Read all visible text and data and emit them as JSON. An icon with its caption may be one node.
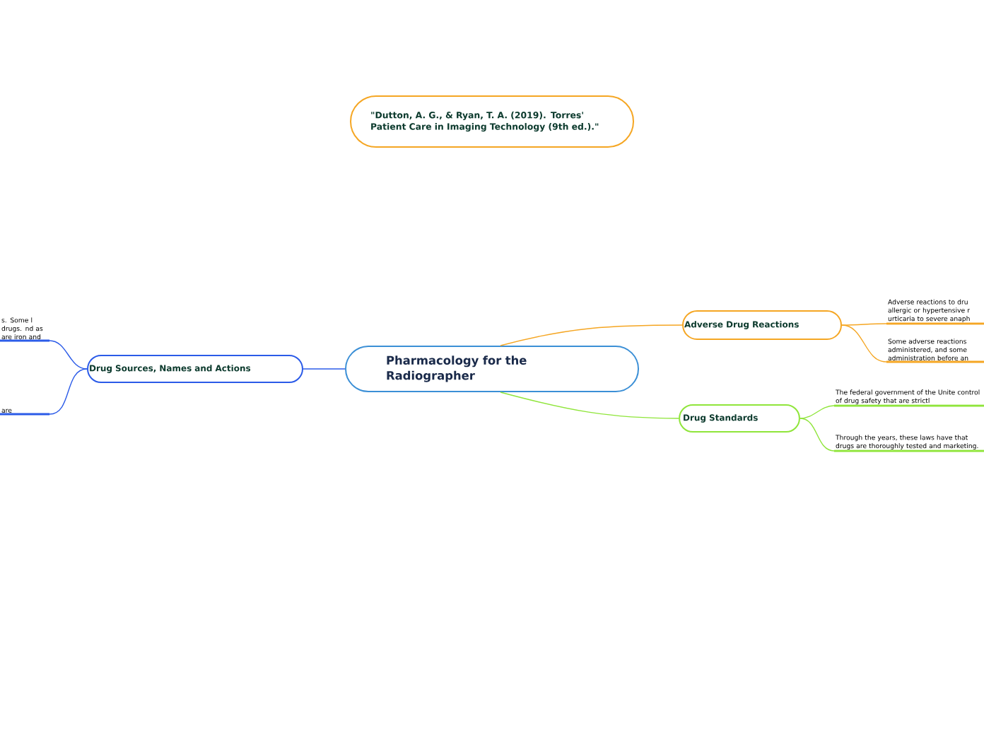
{
  "diagram": {
    "nodes": [
      {
        "text": [
          "\"Dutton, A. G., & Ryan, T. A. (2019). Torres' Patient Care in Imaging Technology (9th ed.).\""
        ]
      },
      {
        "text": [
          "Pharmacology for the Radiographer"
        ]
      },
      {
        "text": [
          "Adverse Drug Reactions"
        ]
      },
      {
        "text": [
          "Adverse reactions to dru allergic or hypertensive r urticaria to severe anaph"
        ]
      },
      {
        "text": [
          "Some adverse reactions administered, and some administration before an"
        ]
      },
      {
        "text": [
          "Drug Standards"
        ]
      },
      {
        "text": [
          "The federal government of the Unite control of drug safety that are strictl"
        ]
      },
      {
        "text": [
          "Through the years, these laws have that drugs are thoroughly tested and marketing."
        ]
      },
      {
        "text": [
          "Drug Sources, Names and Actions"
        ]
      },
      {
        "text": [
          "s. Some l drugs. nd as are iron and"
        ]
      },
      {
        "text": [
          "are"
        ]
      }
    ],
    "edges": [
      {
        "from": 1,
        "to": 2,
        "arrow": "none",
        "color": "#f5a623"
      },
      {
        "from": 2,
        "to": 3,
        "arrow": "none",
        "color": "#f5a623"
      },
      {
        "from": 2,
        "to": 4,
        "arrow": "none",
        "color": "#f5a623"
      },
      {
        "from": 1,
        "to": 5,
        "arrow": "none",
        "color": "#8fe53a"
      },
      {
        "from": 5,
        "to": 6,
        "arrow": "none",
        "color": "#8fe53a"
      },
      {
        "from": 5,
        "to": 7,
        "arrow": "none",
        "color": "#8fe53a"
      },
      {
        "from": 1,
        "to": 8,
        "arrow": "none",
        "color": "#2b5be8"
      },
      {
        "from": 8,
        "to": 9,
        "arrow": "none",
        "color": "#2b5be8"
      },
      {
        "from": 8,
        "to": 10,
        "arrow": "none",
        "color": "#2b5be8"
      }
    ]
  }
}
